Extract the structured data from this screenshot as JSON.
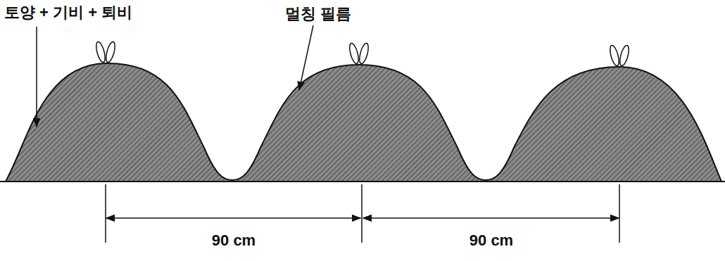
{
  "diagram": {
    "labels": [
      "토양 + 기비 + 퇴비",
      "멀칭 필름",
      "90 cm",
      "90 cm"
    ]
  }
}
